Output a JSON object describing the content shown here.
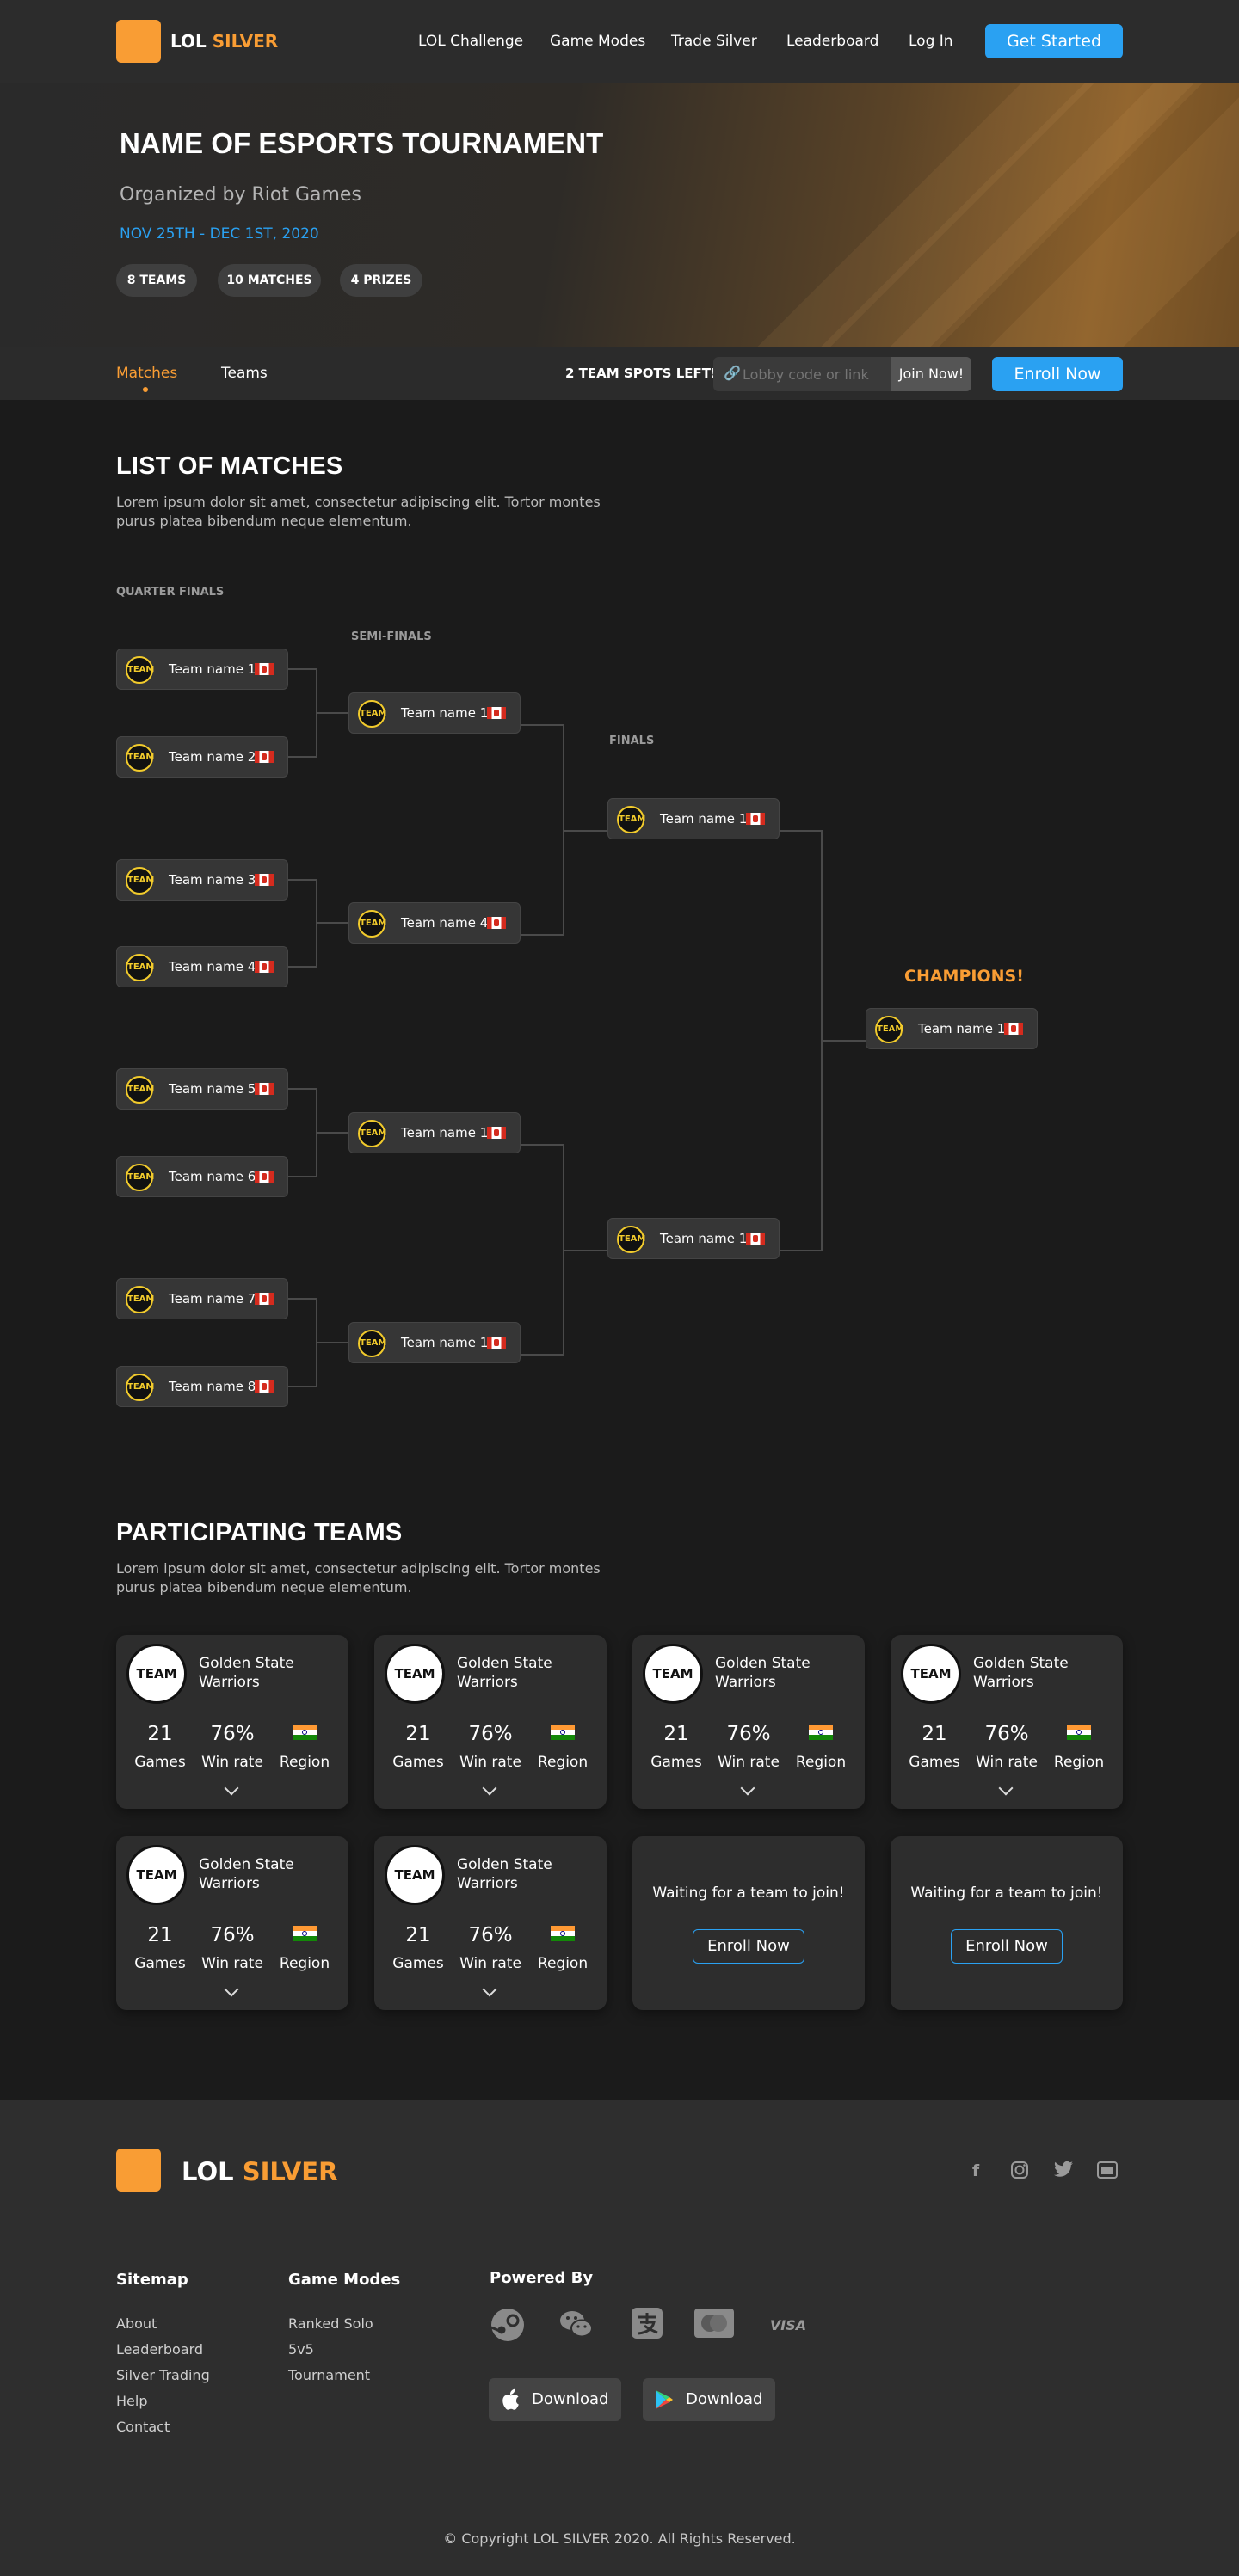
{
  "header": {
    "logo": {
      "part1": "LOL",
      "part2": "SILVER"
    },
    "nav": [
      "LOL Challenge",
      "Game Modes",
      "Trade Silver",
      "Leaderboard",
      "Log In"
    ],
    "cta": "Get Started"
  },
  "hero": {
    "title": "NAME OF ESPORTS TOURNAMENT",
    "organizer": "Organized by Riot Games",
    "dates": "NOV 25TH - DEC 1ST, 2020",
    "pills": [
      "8 TEAMS",
      "10 MATCHES",
      "4 PRIZES"
    ]
  },
  "tabs": {
    "items": [
      "Matches",
      "Teams"
    ],
    "active": "Matches",
    "spots": "2 TEAM SPOTS LEFT!",
    "lobby_placeholder": "Lobby code or link",
    "join": "Join Now!",
    "enroll": "Enroll Now"
  },
  "matches": {
    "title": "LIST OF MATCHES",
    "desc": "Lorem ipsum dolor sit amet, consectetur adipiscing elit. Tortor montes purus platea bibendum neque elementum.",
    "rounds": {
      "quarter": "QUARTER FINALS",
      "semi": "SEMI-FINALS",
      "finals": "FINALS",
      "champions": "CHAMPIONS!"
    },
    "avatar_text": "TEAM",
    "quarter": [
      "Team name 1",
      "Team name 2",
      "Team name 3",
      "Team name 4",
      "Team name 5",
      "Team name 6",
      "Team name 7",
      "Team name 8"
    ],
    "semi": [
      "Team name 1",
      "Team name 4",
      "Team name 1",
      "Team name 1"
    ],
    "finals": [
      "Team name 1",
      "Team name 1"
    ],
    "champion": "Team name 1"
  },
  "teams": {
    "title": "PARTICIPATING TEAMS",
    "desc": "Lorem ipsum dolor sit amet, consectetur adipiscing elit. Tortor montes purus platea bibendum neque elementum.",
    "avatar_text": "TEAM",
    "labels": {
      "games": "Games",
      "winrate": "Win rate",
      "region": "Region"
    },
    "cards": [
      {
        "name": "Golden State Warriors",
        "games": "21",
        "winrate": "76%"
      },
      {
        "name": "Golden State Warriors",
        "games": "21",
        "winrate": "76%"
      },
      {
        "name": "Golden State Warriors",
        "games": "21",
        "winrate": "76%"
      },
      {
        "name": "Golden State Warriors",
        "games": "21",
        "winrate": "76%"
      },
      {
        "name": "Golden State Warriors",
        "games": "21",
        "winrate": "76%"
      },
      {
        "name": "Golden State Warriors",
        "games": "21",
        "winrate": "76%"
      }
    ],
    "waiting": "Waiting for a team to join!",
    "enroll": "Enroll Now"
  },
  "footer": {
    "logo": {
      "part1": "LOL",
      "part2": "SILVER"
    },
    "sitemap": {
      "title": "Sitemap",
      "links": [
        "About",
        "Leaderboard",
        "Silver Trading",
        "Help",
        "Contact"
      ]
    },
    "modes": {
      "title": "Game Modes",
      "links": [
        "Ranked Solo",
        "5v5",
        "Tournament"
      ]
    },
    "powered": "Powered By",
    "visa": "VISA",
    "download": "Download",
    "copyright": "© Copyright LOL SILVER 2020. All Rights Reserved."
  },
  "colors": {
    "accent_orange": "#f99d34",
    "accent_blue": "#2aa1f2",
    "date_blue": "#2aa1f2"
  }
}
